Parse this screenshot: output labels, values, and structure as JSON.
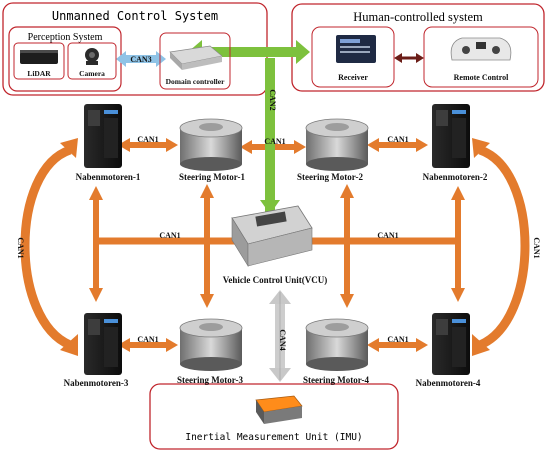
{
  "groups": {
    "unmanned_title": "Unmanned Control System",
    "perception_title": "Perception System",
    "human_title": "Human-controlled system",
    "imu_title": "Inertial Measurement Unit (IMU)"
  },
  "devices": {
    "lidar": "LiDAR",
    "camera": "Camera",
    "domain_controller": "Domain controller",
    "receiver": "Receiver",
    "remote_control": "Remote Control",
    "vcu": "Vehicle Control Unit(VCU)",
    "hub1": "Nabenmotoren-1",
    "hub2": "Nabenmotoren-2",
    "hub3": "Nabenmotoren-3",
    "hub4": "Nabenmotoren-4",
    "steer1": "Steering Motor-1",
    "steer2": "Steering Motor-2",
    "steer3": "Steering Motor-3",
    "steer4": "Steering Motor-4"
  },
  "can_labels": {
    "can3": "CAN3",
    "can2": "CAN2",
    "can1": "CAN1",
    "can4": "CAN4"
  },
  "colors": {
    "group_border": "#c0262d",
    "orange_bus": "#e37b2d",
    "green_bus": "#7dc13d",
    "blue_bus": "#8fc3e6",
    "gray_bus": "#c8c8c8",
    "dark_arrow": "#6b1e18"
  }
}
